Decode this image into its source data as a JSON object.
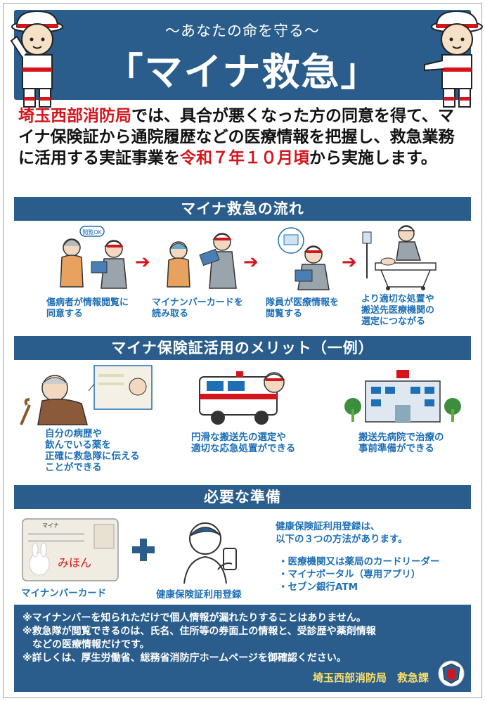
{
  "header": {
    "subtitle": "〜あなたの命を守る〜",
    "title": "「マイナ救急」"
  },
  "intro": {
    "org": "埼玉西部消防局",
    "text_a": "では、具合が悪くなった方の同意を得て、マイナ保険証から通院履歴などの医療情報を把握し、救急業務に活用する実証事業を",
    "date": "令和７年１０月頃",
    "text_b": "から実施します。"
  },
  "flow": {
    "heading": "マイナ救急の流れ",
    "bubble": "閲覧OK",
    "steps": [
      {
        "line1": "傷病者が情報閲覧に",
        "line2": "同意する",
        "line3": ""
      },
      {
        "line1": "マイナンバーカードを",
        "line2": "読み取る",
        "line3": ""
      },
      {
        "line1": "隊員が医療情報を",
        "line2": "閲覧する",
        "line3": ""
      },
      {
        "line1": "より適切な処置や",
        "line2": "搬送先医療機関の",
        "line3": "選定につながる"
      }
    ]
  },
  "merits": {
    "heading": "マイナ保険証活用のメリット（一例）",
    "items": [
      {
        "lines": [
          "自分の病歴や",
          "飲んでいる薬を",
          "正確に救急隊に伝える",
          "ことができる"
        ]
      },
      {
        "lines": [
          "円滑な搬送先の選定や",
          "適切な応急処置ができる"
        ]
      },
      {
        "lines": [
          "搬送先病院で治療の",
          "事前準備ができる"
        ]
      }
    ]
  },
  "prep": {
    "heading": "必要な準備",
    "card_label": "マイナンバーカード",
    "card_name": "マイナ",
    "card_mark": "みほん",
    "phone_label": "健康保険証利用登録",
    "desc_line1": "健康保険証利用登録は、",
    "desc_line2": "以下の３つの方法があります。",
    "methods": [
      "・医療機関又は薬局のカードリーダー",
      "・マイナポータル（専用アプリ）",
      "・セブン銀行ATM"
    ]
  },
  "notes": {
    "lines": [
      "※マイナンバーを知られただけで個人情報が漏れたりすることはありません。",
      "※救急隊が閲覧できるのは、氏名、住所等の券面上の情報と、受診歴や薬剤情報",
      "　などの医療情報だけです。",
      "※詳しくは、厚生労働省、総務省消防庁ホームページを御確認ください。"
    ],
    "org": "埼玉西部消防局　救急課"
  },
  "colors": {
    "navy": "#2a5d8c",
    "red": "#d4151c",
    "blue_text": "#1d6fb6",
    "yellow": "#ffe066"
  }
}
